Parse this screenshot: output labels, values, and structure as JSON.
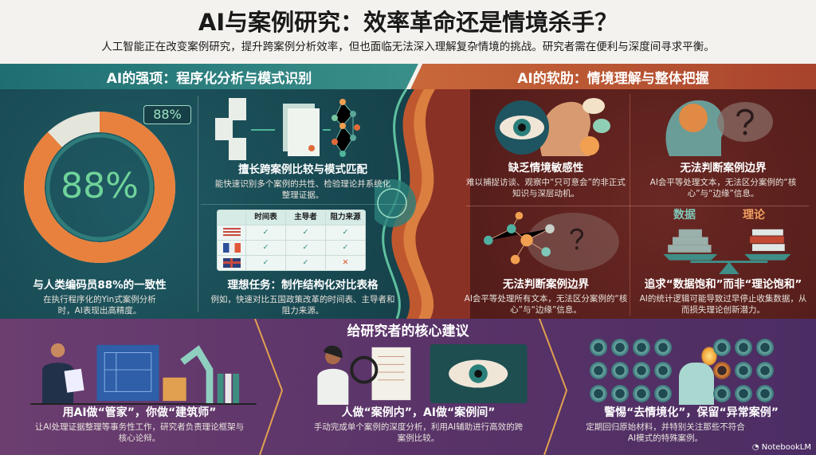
{
  "header": {
    "title": "AI与案例研究：效率革命还是情境杀手？",
    "subtitle": "人工智能正在改变案例研究，提升跨案例分析效率，但也面临无法深入理解复杂情境的挑战。研究者需在便利与深度间寻求平衡。"
  },
  "strengths": {
    "heading": "AI的强项：程序化分析与模式识别",
    "agreement": {
      "value": 88,
      "badge": "88%",
      "center_label": "88%",
      "title": "与人类编码员88%的一致性",
      "desc": "在执行程序化的Yin式案例分析时，AI表现出高精度。"
    },
    "cross_case": {
      "title": "擅长跨案例比较与模式匹配",
      "desc": "能快速识别多个案例的共性、检验理论并系统化整理证据。"
    },
    "table_task": {
      "title": "理想任务：制作结构化对比表格",
      "desc": "例如，快速对比五国政策改革的时间表、主导者和阻力来源。",
      "columns": [
        "时间表",
        "主导者",
        "阻力来源"
      ],
      "rows": [
        {
          "flag": "us-flag",
          "cells": [
            "✓",
            "✓",
            "✓"
          ]
        },
        {
          "flag": "france-flag",
          "cells": [
            "✓",
            "✓",
            "✓"
          ]
        },
        {
          "flag": "uk-flag",
          "cells": [
            "✓",
            "✓",
            "✕"
          ]
        }
      ]
    }
  },
  "weaknesses": {
    "heading": "AI的软肋：情境理解与整体把握",
    "items": [
      {
        "title": "缺乏情境敏感性",
        "desc": "难以捕捉访谈、观察中“只可意会”的非正式知识与深层动机。"
      },
      {
        "title": "无法判断案例边界",
        "desc": "AI会平等处理文本，无法区分案例的“核心”与“边缘”信息。"
      },
      {
        "title": "无法判断案例边界",
        "desc": "AI会平等处理所有文本，无法区分案例的“核心”与“边缘”信息。"
      },
      {
        "title": "追求“数据饱和”而非“理论饱和”",
        "desc": "AI的统计逻辑可能导致过早停止收集数据，从而损失理论创新潜力。"
      }
    ],
    "scale_labels": {
      "left": "数据",
      "right": "理论"
    }
  },
  "recommendations": {
    "heading": "给研究者的核心建议",
    "items": [
      {
        "title": "用AI做“管家”，你做“建筑师”",
        "desc": "让AI处理证据整理等事务性工作，研究者负责理论框架与核心论辩。"
      },
      {
        "title": "人做“案例内”，AI做“案例间”",
        "desc": "手动完成单个案例的深度分析，利用AI辅助进行高效的跨案例比较。"
      },
      {
        "title": "警惕“去情境化”，保留“异常案例”",
        "desc": "定期回归原始材料，并特别关注那些不符合AI模式的特殊案例。"
      }
    ]
  },
  "watermark": "NotebookLM",
  "colors": {
    "teal": "#1f6f72",
    "rust": "#a8432c",
    "purple": "#5a3469",
    "green_text": "#6fd39a",
    "orange": "#e8773a"
  }
}
